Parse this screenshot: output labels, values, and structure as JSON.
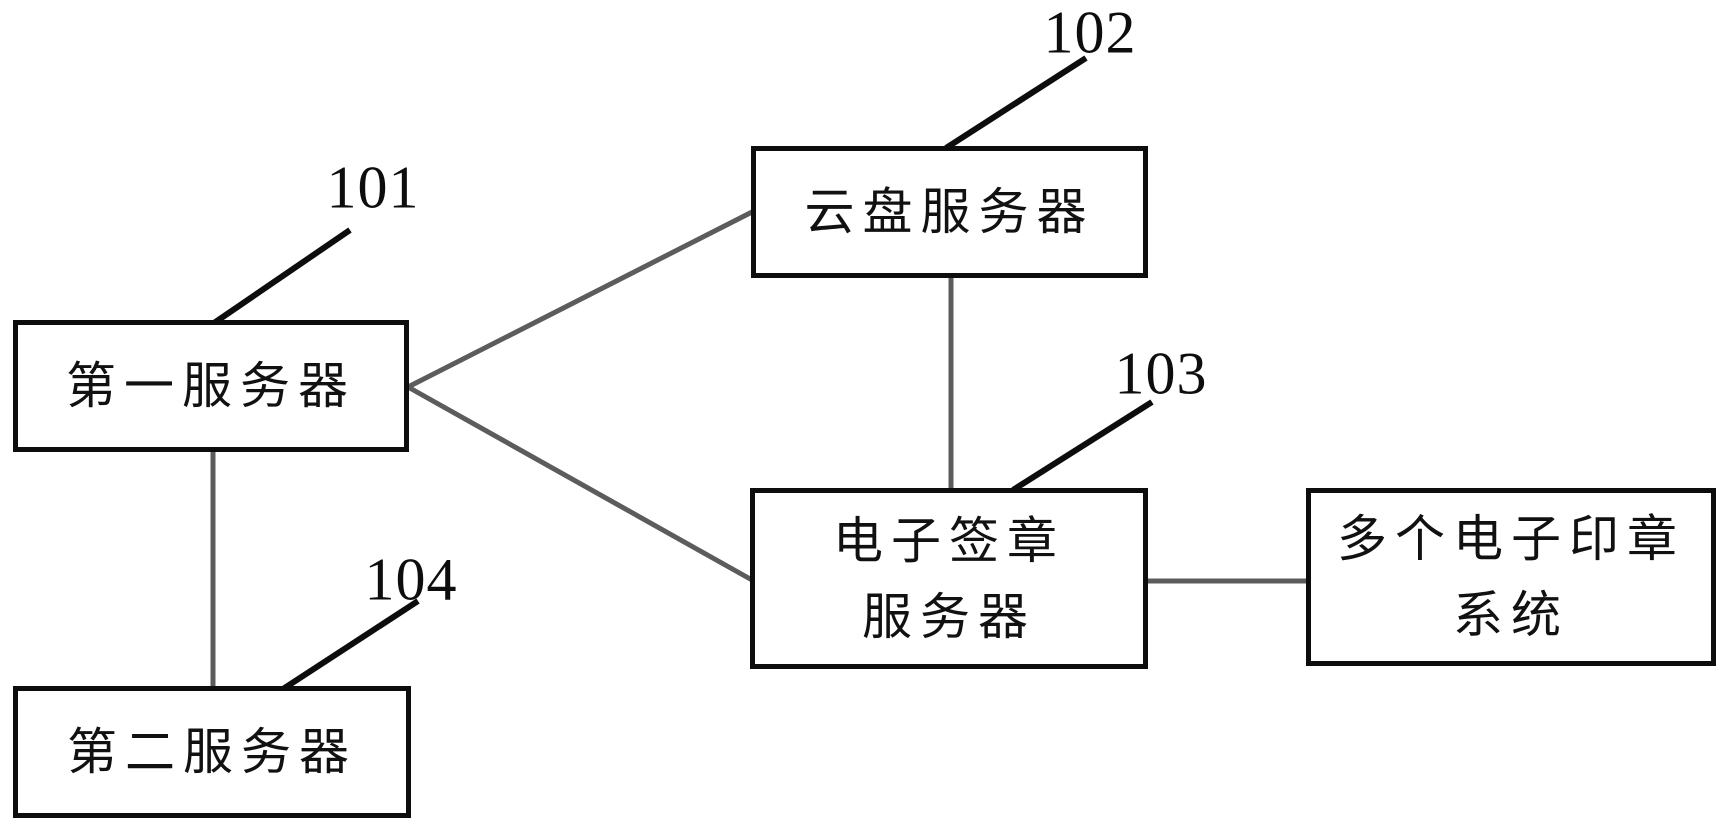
{
  "diagram": {
    "background_color": "#ffffff",
    "box_border_color": "#0d0d0d",
    "connector_color": "#5c5c5c",
    "callout_color": "#0d0d0d",
    "nodes": [
      {
        "id": "cloud-disk-server",
        "lines": [
          "云盘服务器"
        ],
        "ref": "102"
      },
      {
        "id": "first-server",
        "lines": [
          "第一服务器"
        ],
        "ref": "101"
      },
      {
        "id": "esign-server",
        "lines": [
          "电子签章",
          "服务器"
        ],
        "ref": "103"
      },
      {
        "id": "seal-systems",
        "lines": [
          "多个电子印章",
          "系统"
        ],
        "ref": ""
      },
      {
        "id": "second-server",
        "lines": [
          "第二服务器"
        ],
        "ref": "104"
      }
    ],
    "refs": [
      {
        "label": "101",
        "points_to": "first-server"
      },
      {
        "label": "102",
        "points_to": "cloud-disk-server"
      },
      {
        "label": "103",
        "points_to": "esign-server"
      },
      {
        "label": "104",
        "points_to": "second-server"
      }
    ],
    "edges": [
      {
        "from": "first-server",
        "to": "cloud-disk-server"
      },
      {
        "from": "first-server",
        "to": "esign-server"
      },
      {
        "from": "cloud-disk-server",
        "to": "esign-server"
      },
      {
        "from": "esign-server",
        "to": "seal-systems"
      },
      {
        "from": "first-server",
        "to": "second-server"
      }
    ]
  }
}
